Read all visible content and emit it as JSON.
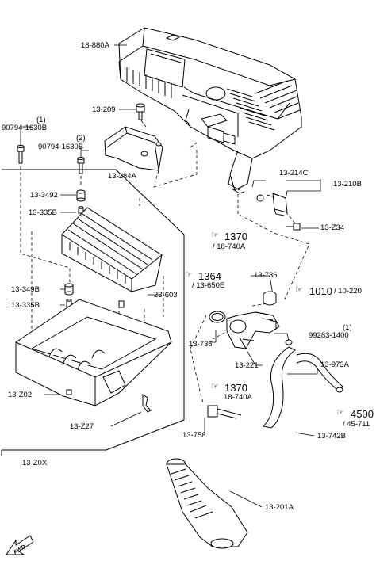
{
  "labels": {
    "p_18_880A": "18-880A",
    "p_13_209": "13-209",
    "p_90794_1630B_1_num": "(1)",
    "p_90794_1630B_1": "90794-1630B",
    "p_90794_1630B_2_num": "(2)",
    "p_90794_1630B_2": "90794-1630B",
    "p_13_284A": "13-284A",
    "p_13_214C": "13-214C",
    "p_13_210B": "13-210B",
    "p_13_3492": "13-3492",
    "p_13_335B_a": "13-335B",
    "p_13_Z34": "13-Z34",
    "p_13_736_a": "13-736",
    "p_13_349B": "13-349B",
    "p_13_335B_b": "13-335B",
    "p_23_603": "23-603",
    "p_13_736_b": "13-736",
    "p_99283_1400_num": "(1)",
    "p_99283_1400": "99283-1400",
    "p_13_221": "13-221",
    "p_13_973A": "13-973A",
    "p_13_Z02": "13-Z02",
    "p_13_Z27": "13-Z27",
    "p_13_758": "13-758",
    "p_13_742B": "13-742B",
    "p_13_Z0X": "13-Z0X",
    "p_13_201A": "13-201A"
  },
  "refs": {
    "r1_main": "1370",
    "r1_sub": "/ 18-740A",
    "r2_main": "1364",
    "r2_sub": "/ 13-650E",
    "r3_main": "1010",
    "r3_sub": "/ 10-220",
    "r4_main": "1370",
    "r4_sub": "18-740A",
    "r5_main": "4500",
    "r5_sub": "/ 45-711"
  },
  "fwd_label": "FWD",
  "colors": {
    "ink": "#000000",
    "background": "#ffffff"
  }
}
